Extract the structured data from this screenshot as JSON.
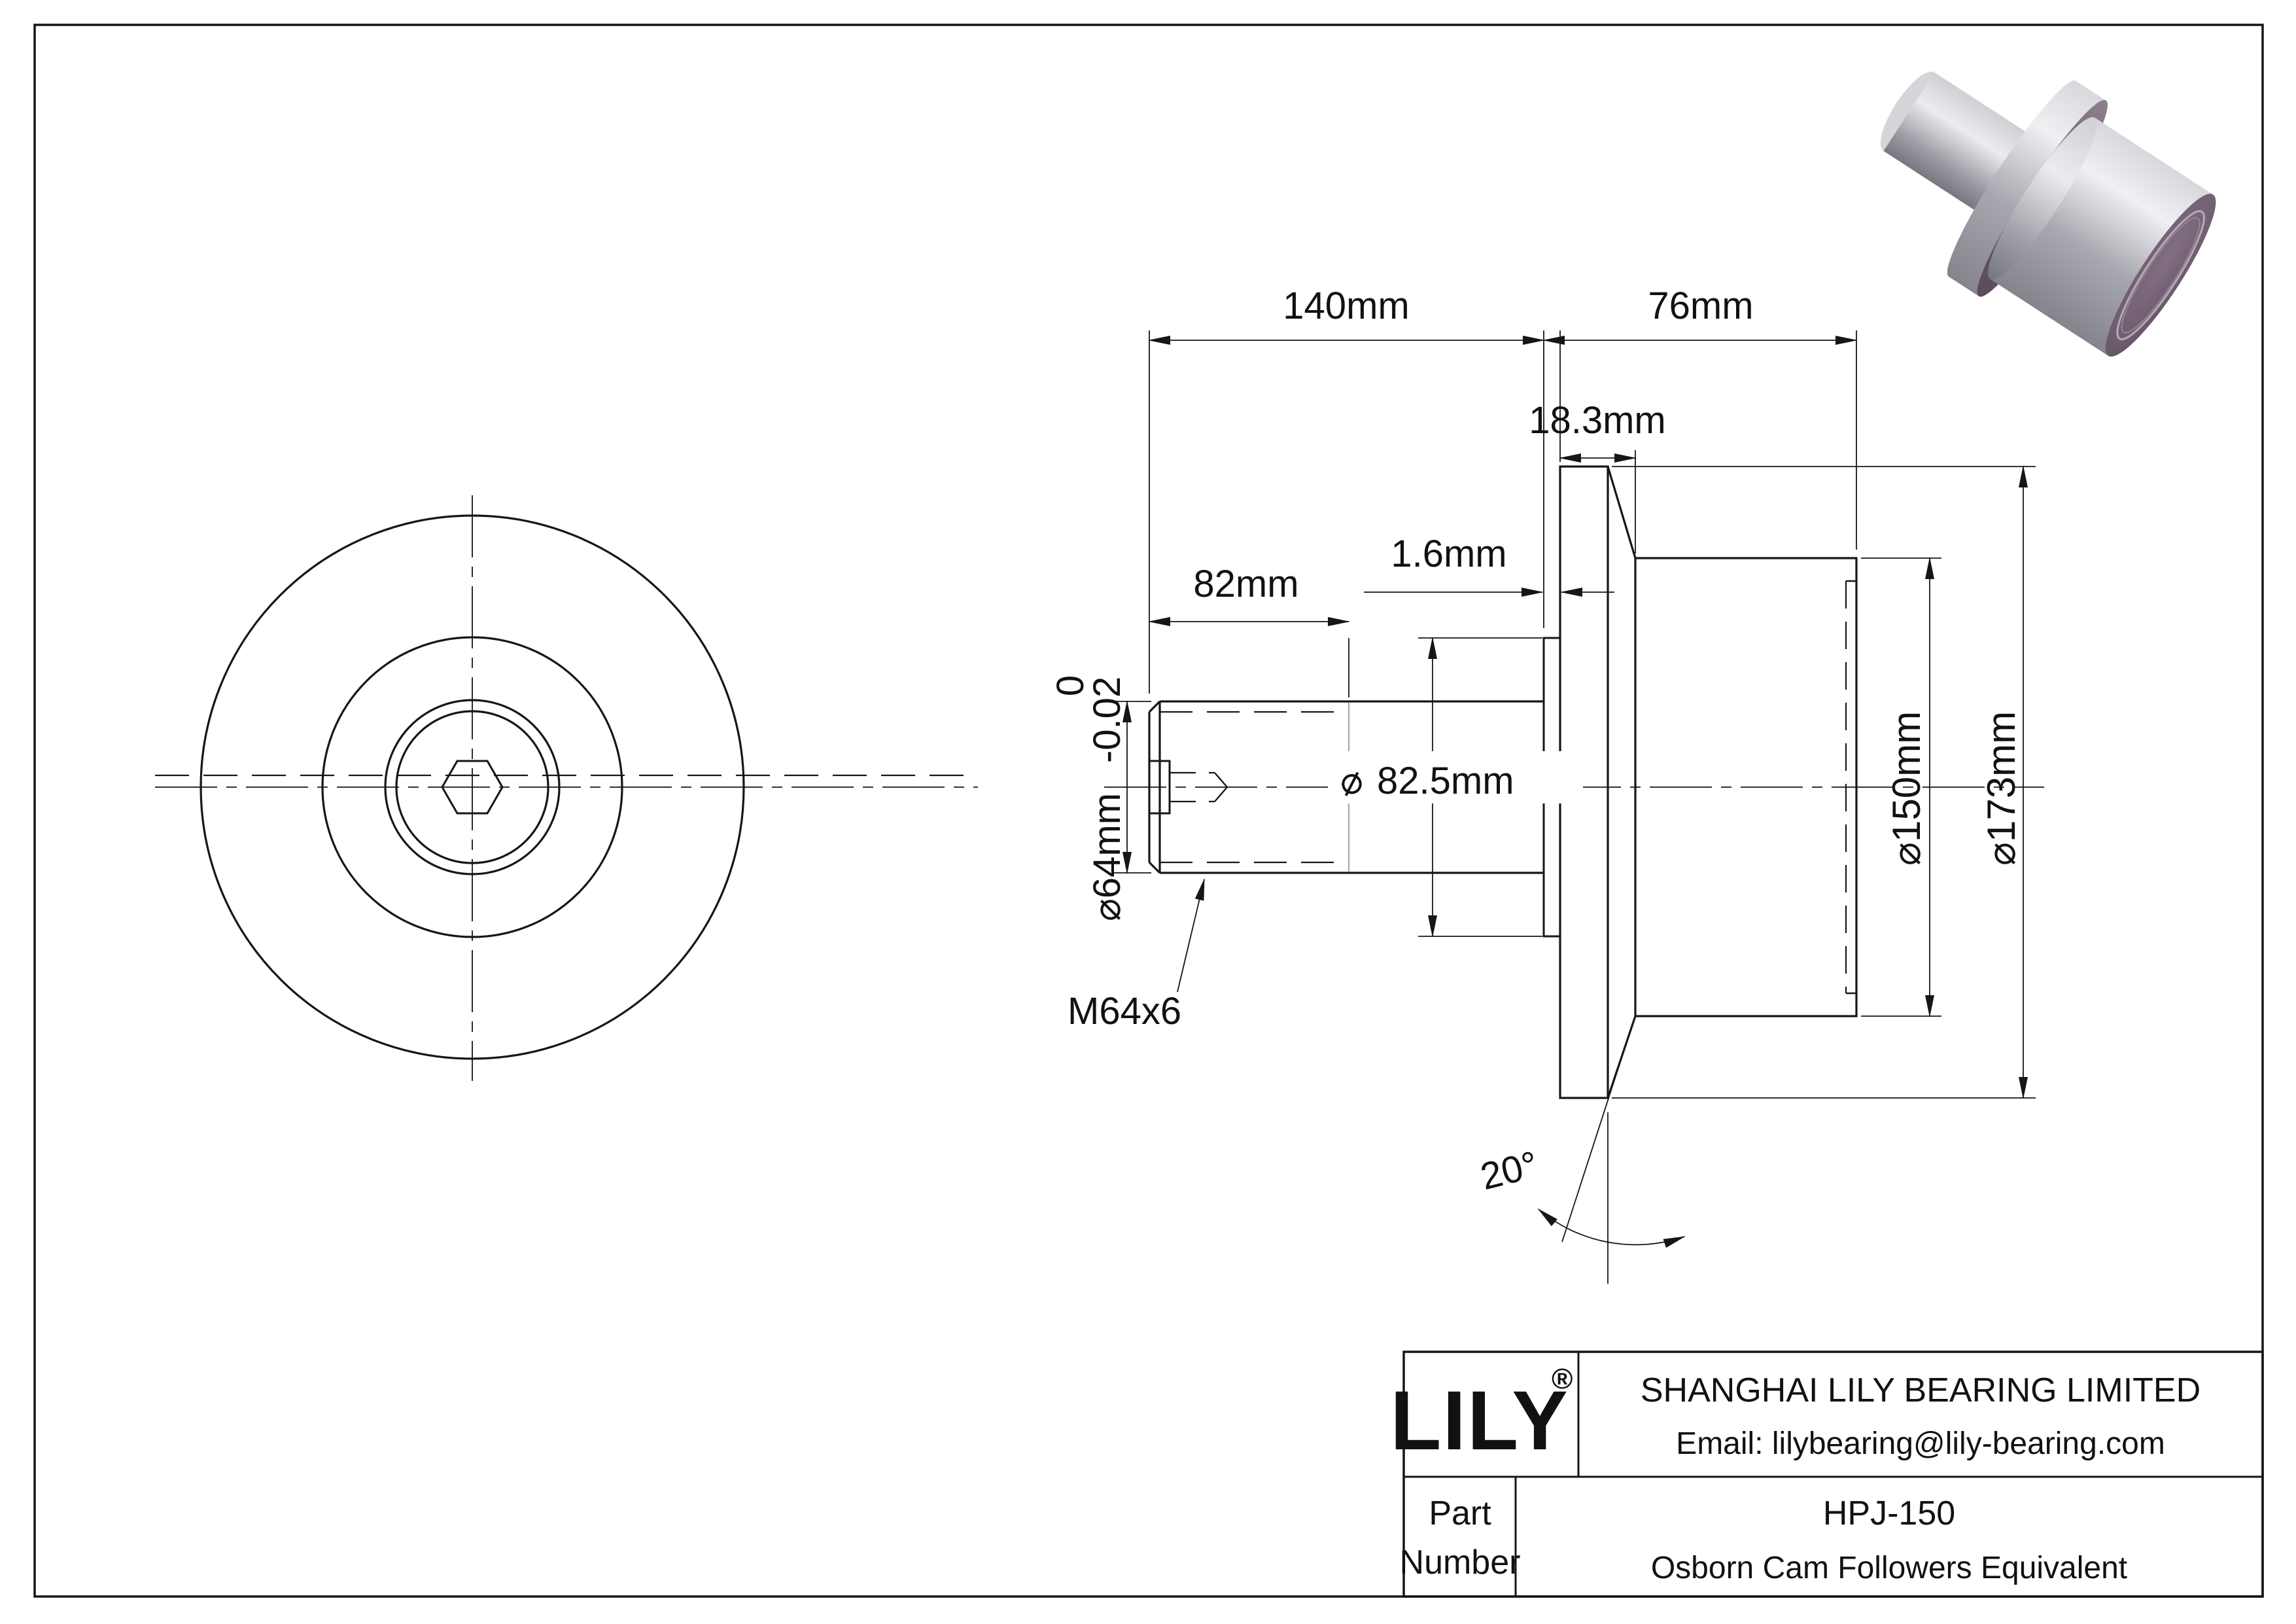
{
  "drawing": {
    "dimensions": {
      "overall_length": "140mm",
      "roller_width": "76mm",
      "flange_offset": "18.3mm",
      "lip_width": "1.6mm",
      "thread_length": "82mm",
      "pilot_diameter": "82.5mm",
      "pilot_diameter_symbol": "⌀",
      "stud_diameter": "⌀64mm",
      "stud_tolerance_upper": "0",
      "stud_tolerance_lower": "-0.02",
      "roller_diameter": "⌀150mm",
      "flange_diameter": "⌀173mm",
      "thread_spec": "M64x6",
      "chamfer_angle": "20°"
    }
  },
  "title_block": {
    "brand": "LILY",
    "registered": "®",
    "company": "SHANGHAI LILY BEARING LIMITED",
    "email": "Email: lilybearing@lily-bearing.com",
    "part_label_line1": "Part",
    "part_label_line2": "Number",
    "part_number": "HPJ-150",
    "part_description": "Osborn Cam Followers Equivalent"
  },
  "colors": {
    "line": "#161616",
    "thread_boundary": "#a9a9a9",
    "metal_light": "#e9e9ec",
    "metal_mid": "#9b9ba2",
    "metal_dark": "#7e7e86",
    "purple_face": "#786779",
    "purple_dark": "#5e4f60",
    "purple_ring": "#b7aab7"
  }
}
